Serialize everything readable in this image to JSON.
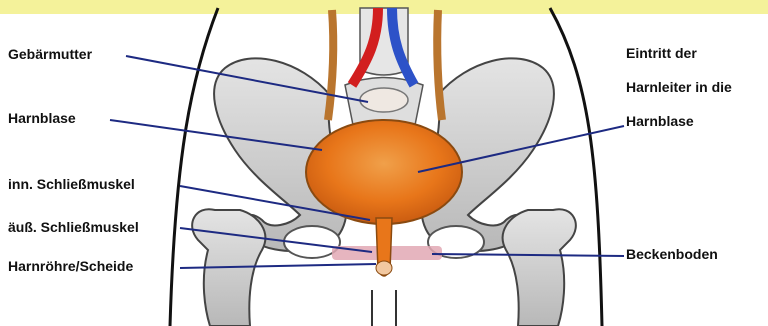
{
  "colors": {
    "banner": "#f4f29a",
    "bone": "#d2d2d2",
    "bone_dark": "#8a8a8a",
    "bladder": "#e8761a",
    "bladder_light": "#f2a24c",
    "ureter": "#b9752e",
    "artery": "#d21f1f",
    "vein": "#2d52c8",
    "pelvic_floor": "#e2a8b4",
    "leader": "#1d2a82"
  },
  "labels": {
    "uterus": "Gebärmutter",
    "bladder": "Harnblase",
    "inner_sphincter": "inn. Schließmuskel",
    "outer_sphincter": "äuß. Schließmuskel",
    "urethra_vagina": "Harnröhre/Scheide",
    "ureter_entry": [
      "Eintritt der",
      "Harnleiter in die",
      "Harnblase"
    ],
    "pelvic_floor": "Beckenboden"
  }
}
